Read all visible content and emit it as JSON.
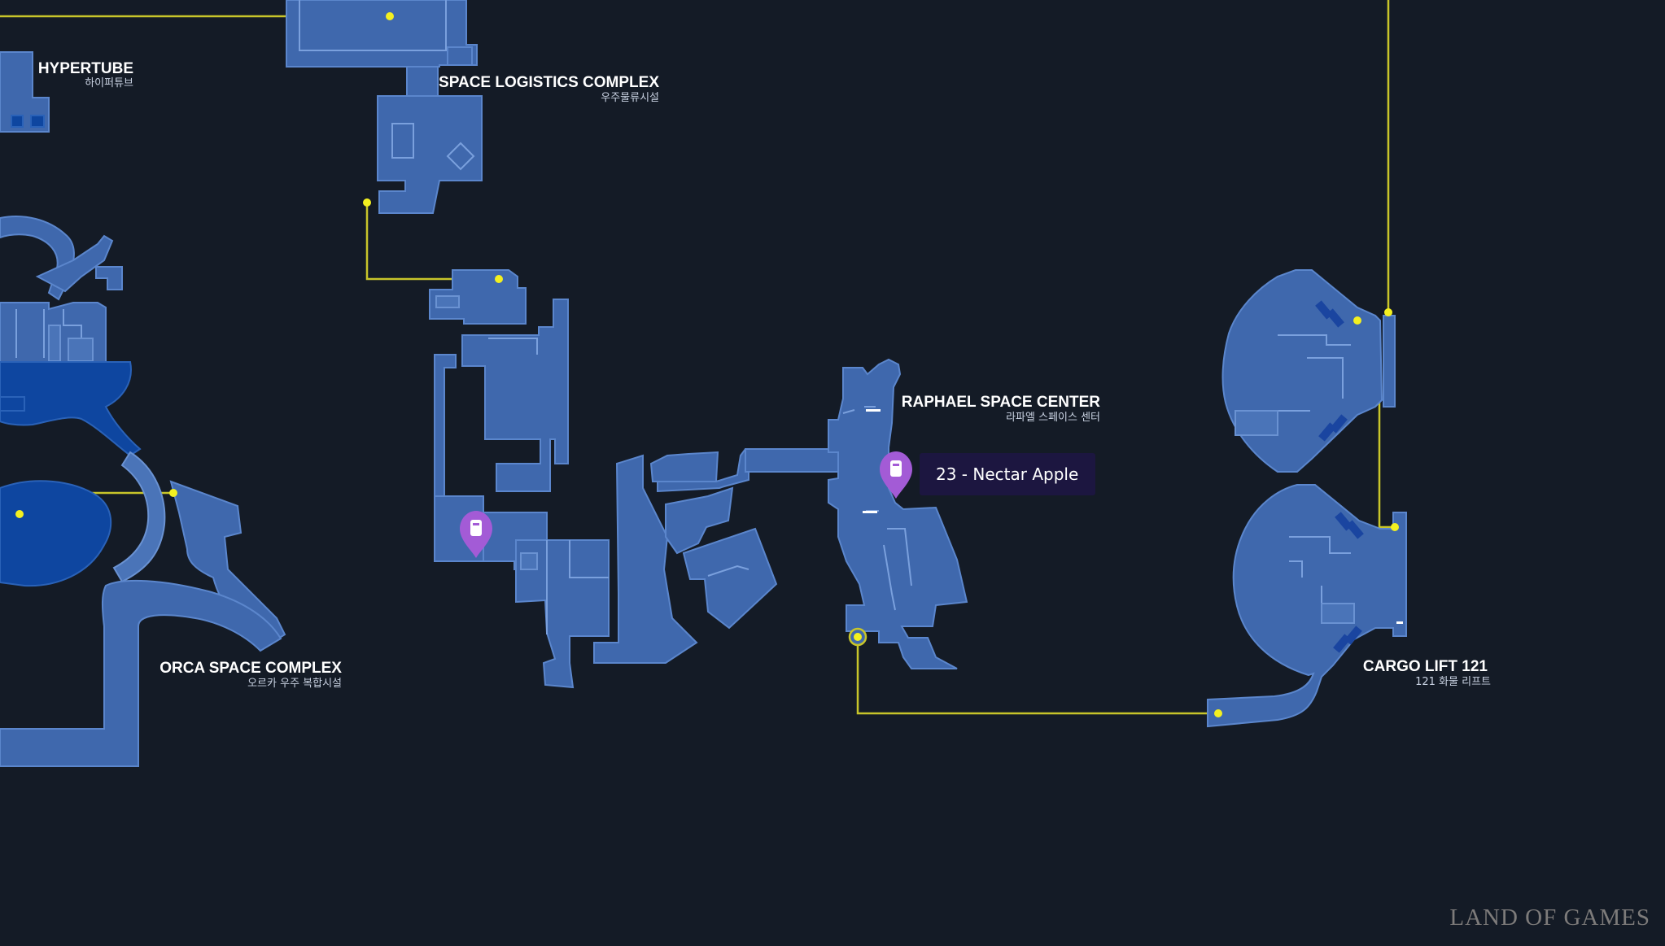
{
  "locations": {
    "hypertube": {
      "name_en": "HYPERTUBE",
      "name_ko": "하이퍼튜브"
    },
    "space_logistics": {
      "name_en": "SPACE LOGISTICS COMPLEX",
      "name_ko": "우주물류시설"
    },
    "raphael": {
      "name_en": "RAPHAEL SPACE CENTER",
      "name_ko": "라파엘 스페이스 센터"
    },
    "orca": {
      "name_en": "ORCA SPACE COMPLEX",
      "name_ko": "오르카 우주 복합시설"
    },
    "cargo_lift": {
      "name_en": "CARGO LIFT 121",
      "name_ko": "121 화물 리프트"
    }
  },
  "markers": [
    {
      "id": "nectar-apple",
      "icon": "can-icon",
      "tooltip": "23 - Nectar Apple"
    },
    {
      "id": "collectible-2",
      "icon": "can-icon"
    }
  ],
  "colors": {
    "background": "#141b26",
    "room": "#3f68ad",
    "room_dark": "#0e46a0",
    "connector": "#c8c52a",
    "node": "#f3f020",
    "marker": "#a35bd6",
    "tooltip_bg": "#1c1640"
  },
  "watermark": "LAND OF GAMES"
}
